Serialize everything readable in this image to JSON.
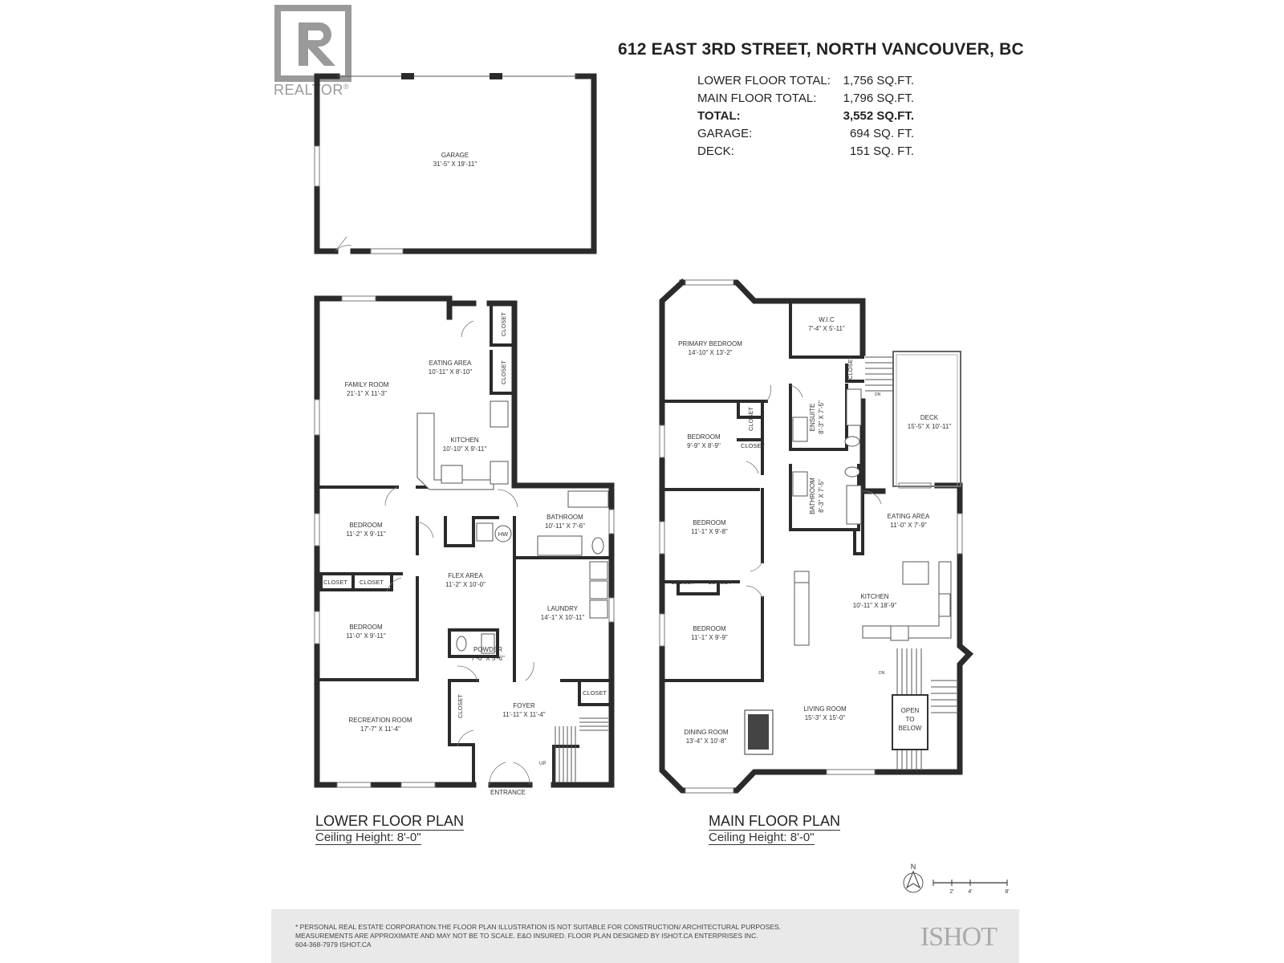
{
  "header": {
    "address": "612 EAST 3RD STREET, NORTH VANCOUVER, BC",
    "areas": [
      {
        "label": "LOWER FLOOR TOTAL:",
        "value": "1,756 SQ.FT.",
        "bold": false
      },
      {
        "label": "MAIN FLOOR TOTAL:",
        "value": "1,796 SQ.FT.",
        "bold": false
      },
      {
        "label": "TOTAL:",
        "value": "3,552 SQ.FT.",
        "bold": true
      },
      {
        "label": "GARAGE:",
        "value": "694 SQ. FT.",
        "bold": false
      },
      {
        "label": "DECK:",
        "value": "151 SQ. FT.",
        "bold": false
      }
    ]
  },
  "logo": {
    "brand": "REALTOR",
    "mark": "®"
  },
  "garage": {
    "name": "GARAGE",
    "dims": "31'-5\" X 19'-11\""
  },
  "lower_floor": {
    "title": "LOWER FLOOR PLAN",
    "ceiling": "Ceiling Height: 8'-0\"",
    "rooms": {
      "family_room": {
        "name": "FAMILY ROOM",
        "dims": "21'-1\" X 11'-3\""
      },
      "eating_area": {
        "name": "EATING AREA",
        "dims": "10'-11\" X 8'-10\""
      },
      "kitchen": {
        "name": "KITCHEN",
        "dims": "10'-10\" X 9'-11\""
      },
      "bathroom": {
        "name": "BATHROOM",
        "dims": "10'-11\" X 7'-6\""
      },
      "bedroom1": {
        "name": "BEDROOM",
        "dims": "11'-2\" X 9'-11\""
      },
      "flex_area": {
        "name": "FLEX AREA",
        "dims": "11'-2\" X 10'-0\""
      },
      "laundry": {
        "name": "LAUNDRY",
        "dims": "14'-1\" X 10'-11\""
      },
      "bedroom2": {
        "name": "BEDROOM",
        "dims": "11'-0\" X 9'-11\""
      },
      "powder": {
        "name": "POWDER",
        "dims": "7'-6\" X 5'-6\""
      },
      "recreation_room": {
        "name": "RECREATION ROOM",
        "dims": "17'-7\" X 11'-4\""
      },
      "foyer": {
        "name": "FOYER",
        "dims": "11'-11\" X 11'-4\""
      }
    },
    "closet": "CLOSET",
    "entrance": "ENTRANCE",
    "up": "UP",
    "hw": "HW"
  },
  "main_floor": {
    "title": "MAIN FLOOR PLAN",
    "ceiling": "Ceiling Height: 8'-0\"",
    "rooms": {
      "primary_bedroom": {
        "name": "PRIMARY BEDROOM",
        "dims": "14'-10\" X 13'-2\""
      },
      "wic": {
        "name": "W.I.C",
        "dims": "7'-4\" X 5'-11\""
      },
      "deck": {
        "name": "DECK",
        "dims": "15'-5\" X 10'-11\""
      },
      "bedroom1": {
        "name": "BEDROOM",
        "dims": "9'-9\" X 8'-9\""
      },
      "ensuite": {
        "name": "ENSUITE",
        "dims": "8'-3\" X 7'-5\""
      },
      "bathroom": {
        "name": "BATHROOM",
        "dims": "8'-3\" X 7'-5\""
      },
      "eating_area": {
        "name": "EATING AREA",
        "dims": "11'-0\" X 7'-9\""
      },
      "bedroom2": {
        "name": "BEDROOM",
        "dims": "11'-1\" X 9'-8\""
      },
      "kitchen": {
        "name": "KITCHEN",
        "dims": "10'-11\" X 18'-9\""
      },
      "bedroom3": {
        "name": "BEDROOM",
        "dims": "11'-1\" X 9'-9\""
      },
      "living_room": {
        "name": "LIVING ROOM",
        "dims": "15'-3\" X 15'-0\""
      },
      "dining_room": {
        "name": "DINING ROOM",
        "dims": "13'-4\" X 10'-8\""
      }
    },
    "closet": "CLOSET",
    "open_to_below": [
      "OPEN",
      "TO",
      "BELOW"
    ],
    "dn": "DN"
  },
  "compass": {
    "north": "N",
    "scale_marks": [
      "2'",
      "4'",
      "8'"
    ]
  },
  "footer": {
    "disclaimer_lines": [
      "* PERSONAL REAL ESTATE CORPORATION.THE FLOOR PLAN ILLUSTRATION IS NOT SUITABLE FOR CONSTRUCTION/ ARCHITECTURAL PURPOSES.",
      "MEASUREMENTS ARE APPROXIMATE AND MAY NOT BE TO SCALE. E&O INSURED. FLOOR PLAN DESIGNED BY ISHOT.CA ENTERPRISES INC.",
      "604-368-7979  ISHOT.CA"
    ],
    "logo": "ISHOT"
  }
}
